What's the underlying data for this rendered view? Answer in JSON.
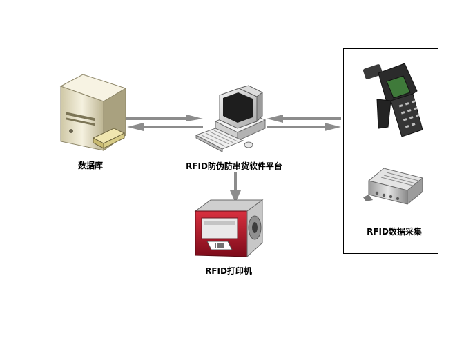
{
  "nodes": {
    "database": {
      "label": "数据库"
    },
    "platform": {
      "label": "RFID防伪防串货软件平台"
    },
    "printer": {
      "label": "RFID打印机"
    },
    "collector": {
      "label": "RFID数据采集"
    }
  },
  "colors": {
    "arrow": "#8c8c8c",
    "printer_body": "#b0122a",
    "server": "#e9e3c8",
    "device_dark": "#2b2b2b"
  },
  "icons": [
    "server-icon",
    "computer-icon",
    "printer-icon",
    "handheld-scanner-icon",
    "rfid-reader-icon"
  ]
}
